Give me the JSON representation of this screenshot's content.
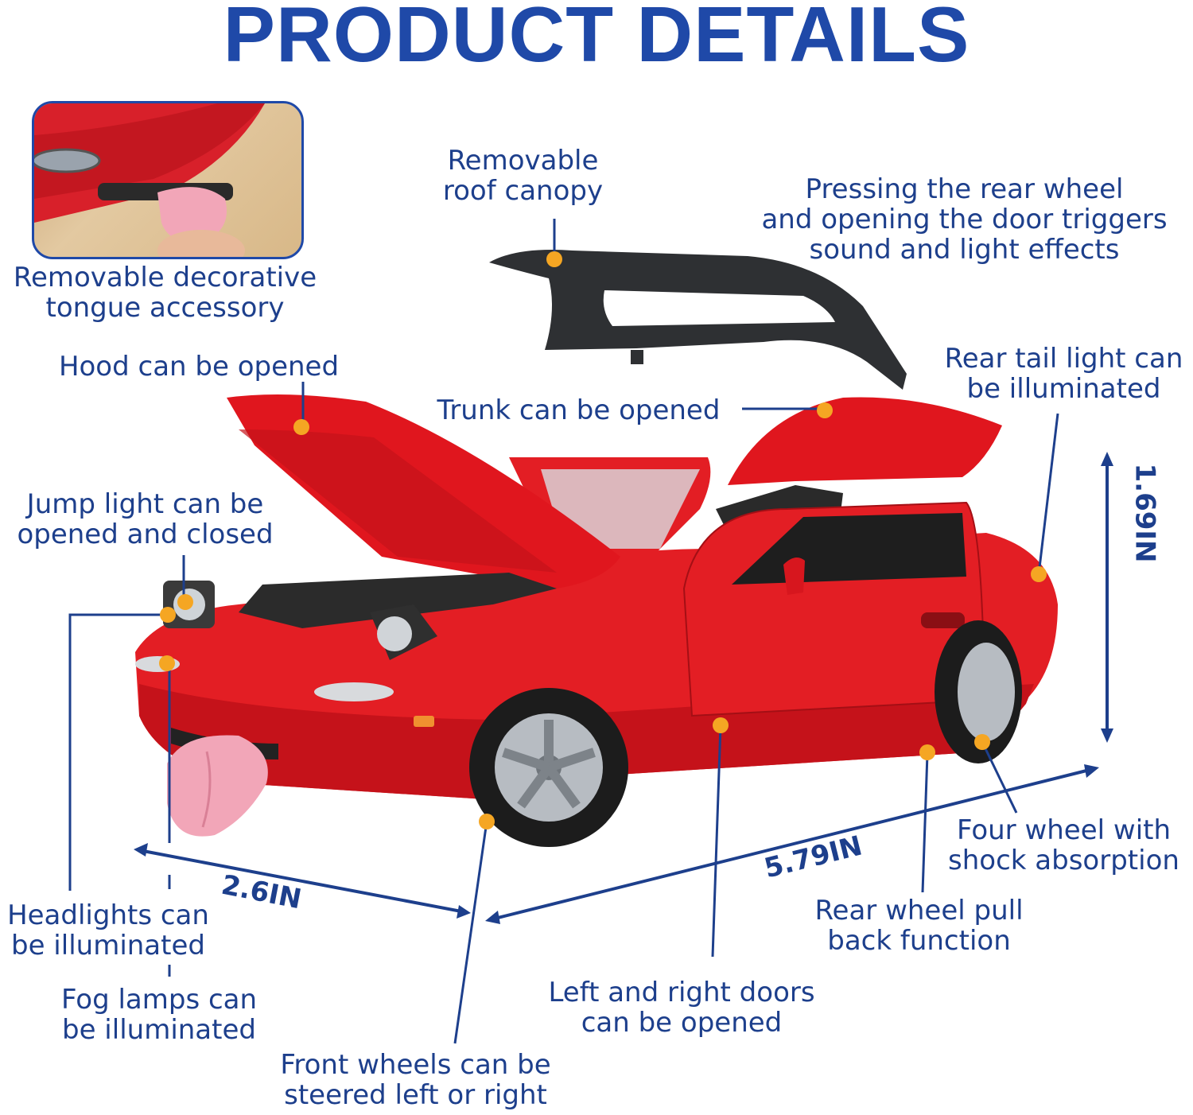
{
  "title": "PRODUCT DETAILS",
  "features": {
    "tongue": [
      "Removable decorative",
      "tongue accessory"
    ],
    "roof": [
      "Removable",
      "roof canopy"
    ],
    "sound": [
      "Pressing the rear wheel",
      "and opening the door triggers",
      "sound and light effects"
    ],
    "hood": [
      "Hood can be opened"
    ],
    "trunk": [
      "Trunk can be opened"
    ],
    "tail_light": [
      "Rear tail light can",
      "be illuminated"
    ],
    "jump_light": [
      "Jump light can be",
      "opened and closed"
    ],
    "headlights": [
      "Headlights can",
      "be illuminated"
    ],
    "fog_lamps": [
      "Fog lamps can",
      "be illuminated"
    ],
    "front_wheels": [
      "Front wheels can be",
      "steered left or right"
    ],
    "doors": [
      "Left and right doors",
      "can be opened"
    ],
    "pull_back": [
      "Rear wheel pull",
      "back function"
    ],
    "shock": [
      "Four wheel with",
      "shock absorption"
    ]
  },
  "dimensions": {
    "height": "1.69IN",
    "width": "2.6IN",
    "length": "5.79IN"
  },
  "colors": {
    "title": "#1f49a8",
    "text": "#1d3f8c",
    "marker": "#f5a623",
    "car_body": "#e31e24"
  }
}
